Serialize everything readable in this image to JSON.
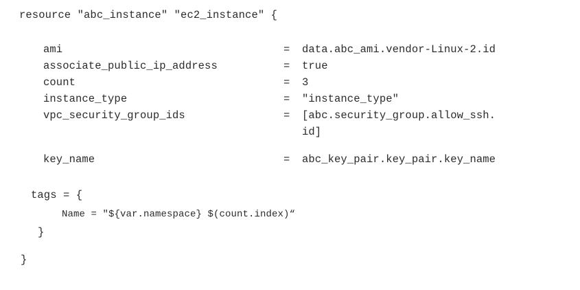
{
  "editor": {
    "language": "terraform-hcl",
    "background_color": "#ffffff",
    "text_color": "#2b2b2b"
  },
  "code": {
    "declaration": "resource \"abc_instance\" \"ec2_instance\" {",
    "equals": "=",
    "attributes": [
      {
        "name": "ami",
        "value": "data.abc_ami.vendor-Linux-2.id"
      },
      {
        "name": "associate_public_ip_address",
        "value": "true"
      },
      {
        "name": "count",
        "value": "3"
      },
      {
        "name": "instance_type",
        "value": "\"instance_type\""
      },
      {
        "name": "vpc_security_group_ids",
        "value": "[abc.security_group.allow_ssh.",
        "continuation": "id]"
      },
      {
        "name": "key_name",
        "value": "abc_key_pair.key_pair.key_name"
      }
    ],
    "tags_block": {
      "open": "tags = {",
      "entry": "Name = \"${var.namespace} $(count.index)“",
      "close": "}"
    },
    "block_close": "}"
  }
}
